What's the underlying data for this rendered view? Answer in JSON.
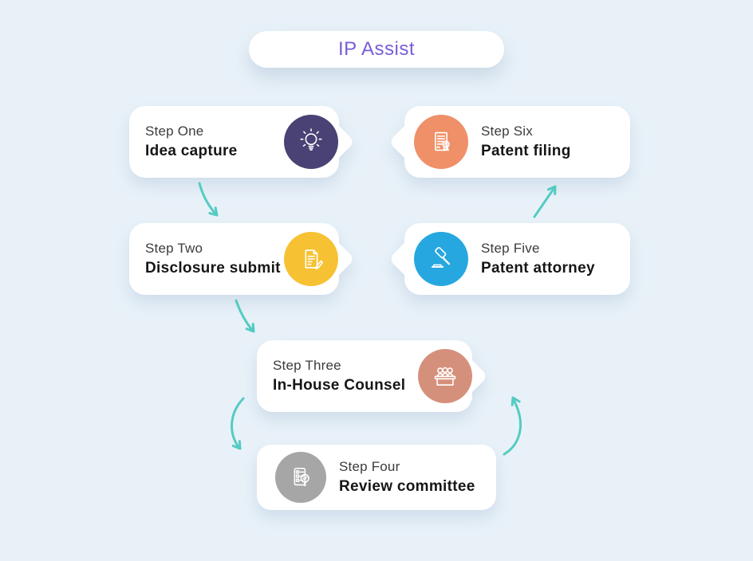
{
  "title": "IP Assist",
  "colors": {
    "background": "#e8f1f8",
    "card": "#ffffff",
    "title_text": "#7a5cd6",
    "step_label_text": "#3b3b3b",
    "step_name_text": "#161616",
    "arrow": "#54cbc2"
  },
  "steps": [
    {
      "label": "Step One",
      "name": "Idea capture",
      "icon": "lightbulb-icon",
      "color": "#4a4274"
    },
    {
      "label": "Step Two",
      "name": "Disclosure submit",
      "icon": "document-edit-icon",
      "color": "#f6c233"
    },
    {
      "label": "Step Three",
      "name": "In-House Counsel",
      "icon": "committee-icon",
      "color": "#d5907c"
    },
    {
      "label": "Step Four",
      "name": "Review committee",
      "icon": "checklist-review-icon",
      "color": "#a6a6a6"
    },
    {
      "label": "Step Five",
      "name": "Patent attorney",
      "icon": "gavel-icon",
      "color": "#27a7df"
    },
    {
      "label": "Step Six",
      "name": "Patent filing",
      "icon": "certificate-icon",
      "color": "#ef9068"
    }
  ],
  "flow": {
    "connections": [
      [
        "Step One",
        "Step Two"
      ],
      [
        "Step Two",
        "Step Three"
      ],
      [
        "Step Three",
        "Step Four"
      ],
      [
        "Step Four",
        "Step Five"
      ],
      [
        "Step Five",
        "Step Six"
      ]
    ]
  }
}
